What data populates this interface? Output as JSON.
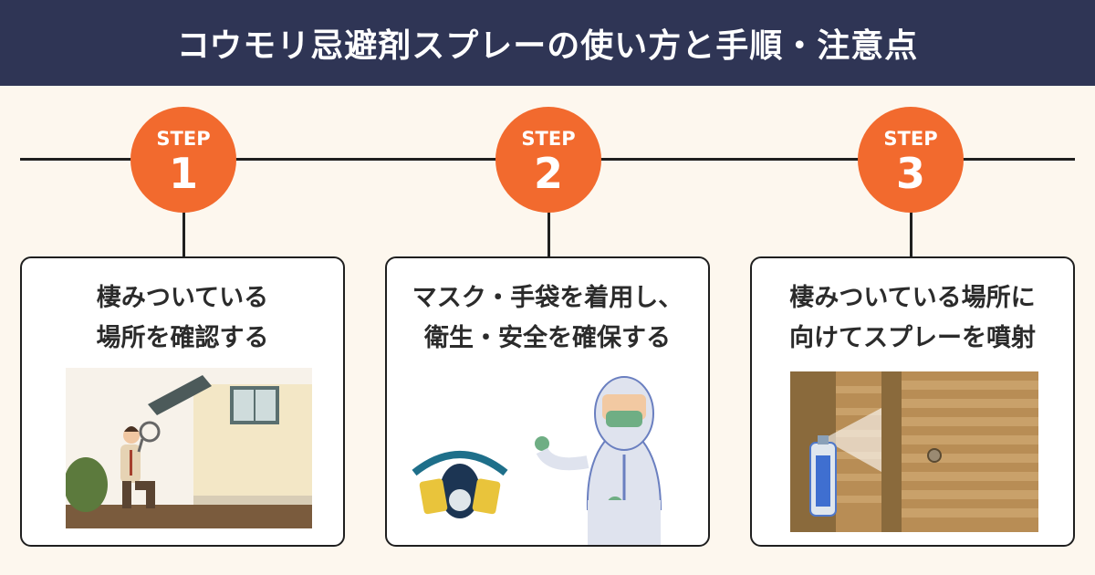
{
  "header": {
    "title": "コウモリ忌避剤スプレーの使い方と手順・注意点"
  },
  "steps": [
    {
      "label": "STEP",
      "number": "1",
      "title_line1": "棲みついている",
      "title_line2": "場所を確認する"
    },
    {
      "label": "STEP",
      "number": "2",
      "title_line1": "マスク・手袋を着用し、",
      "title_line2": "衛生・安全を確保する"
    },
    {
      "label": "STEP",
      "number": "3",
      "title_line1": "棲みついている場所に",
      "title_line2": "向けてスプレーを噴射"
    }
  ],
  "colors": {
    "header_bg": "#2f3555",
    "accent": "#f26a2e",
    "page_bg": "#fdf7ee"
  },
  "illustrations": [
    {
      "icon": "inspector-with-magnifier-icon"
    },
    {
      "icon": "protective-suit-and-gas-mask-icon"
    },
    {
      "icon": "spray-can-on-shutter-icon"
    }
  ]
}
